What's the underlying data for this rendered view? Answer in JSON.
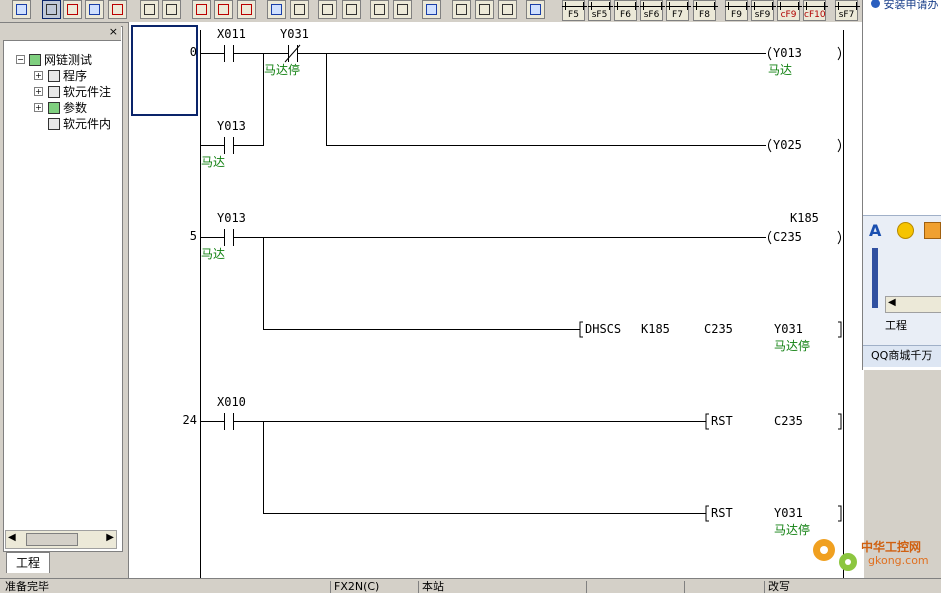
{
  "function_keys": [
    {
      "top": "",
      "label": "F5",
      "red": false
    },
    {
      "top": "",
      "label": "sF5",
      "red": false
    },
    {
      "top": "",
      "label": "F6",
      "red": false
    },
    {
      "top": "",
      "label": "sF6",
      "red": false
    },
    {
      "top": "",
      "label": "F7",
      "red": false
    },
    {
      "top": "",
      "label": "F8",
      "red": false
    },
    {
      "top": "",
      "label": "F9",
      "red": false
    },
    {
      "top": "",
      "label": "sF9",
      "red": false
    },
    {
      "top": "",
      "label": "cF9",
      "red": true
    },
    {
      "top": "",
      "label": "cF10",
      "red": true
    },
    {
      "top": "",
      "label": "sF7",
      "red": false
    }
  ],
  "tree": {
    "root": "网链测试",
    "items": [
      "程序",
      "软元件注",
      "参数",
      "软元件内"
    ]
  },
  "panel_tab": "工程",
  "ladder": {
    "steps": [
      "0",
      "5",
      "24"
    ],
    "contacts": [
      "X011",
      "Y031",
      "Y013",
      "Y013",
      "X010"
    ],
    "comments": {
      "motor": "马达",
      "motor_stop": "马达停"
    },
    "coils": [
      "Y013",
      "Y025",
      "C235"
    ],
    "k_value": "K185",
    "dhscs": {
      "op": "DHSCS",
      "k": "K185",
      "counter": "C235",
      "dev": "Y031"
    },
    "rst1": {
      "op": "RST",
      "dev": "C235"
    },
    "rst2": {
      "op": "RST",
      "dev": "Y031"
    }
  },
  "qq": {
    "top_text": "安装申请办",
    "shop_text": "QQ商城千万",
    "tab_label": "工程"
  },
  "status": {
    "ready": "准备完毕",
    "plc": "FX2N(C)",
    "station": "本站",
    "mode": "改写"
  },
  "watermark": {
    "brand": "中华工控网",
    "site": "gkong.com"
  }
}
